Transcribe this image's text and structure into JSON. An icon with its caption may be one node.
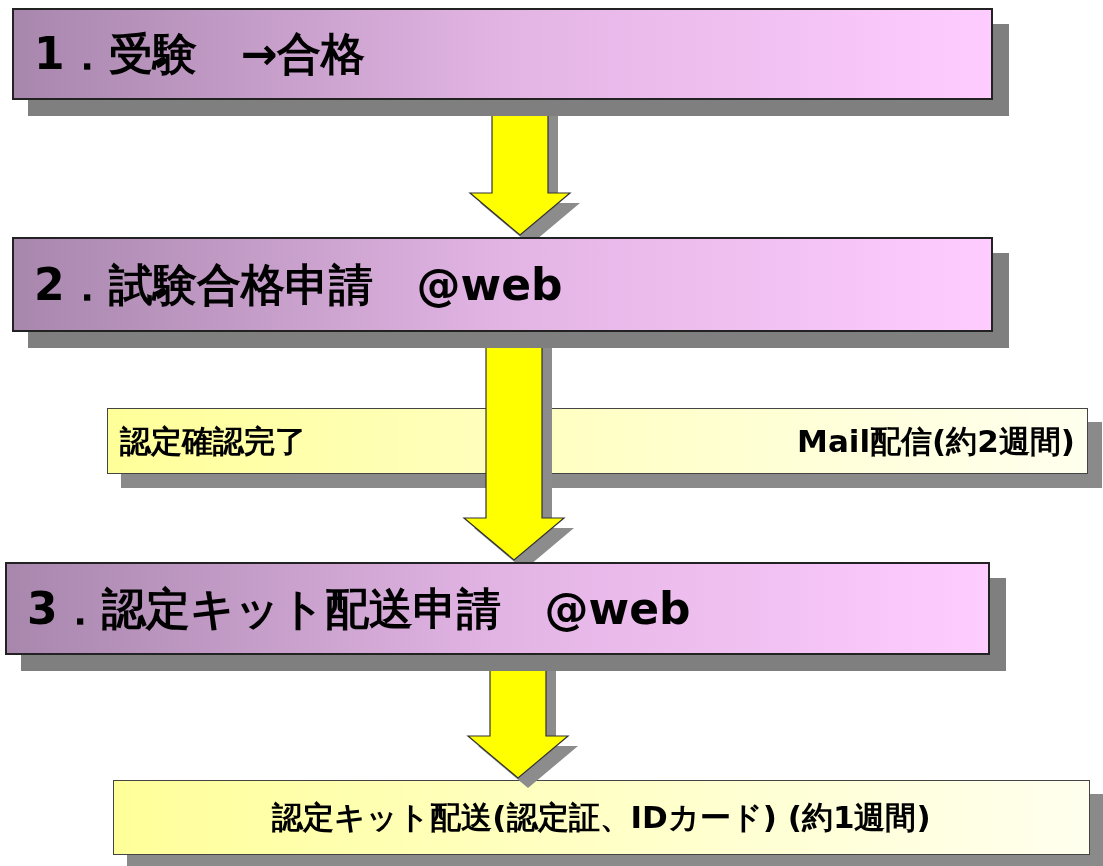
{
  "diagram": {
    "nodes": [
      {
        "text": [
          "1．受験　→合格"
        ]
      },
      {
        "text": [
          "2．試験合格申請　@web"
        ]
      },
      {
        "text": [
          "認定確認完了",
          "Mail配信(約2週間)"
        ]
      },
      {
        "text": [
          "3．認定キット配送申請　@web"
        ]
      },
      {
        "text": [
          "認定キット配送(認定証、IDカード) (約1週間)"
        ]
      }
    ],
    "edges": [
      {
        "from": 0,
        "to": 1,
        "arrow": "to"
      },
      {
        "from": 1,
        "to": 3,
        "arrow": "to"
      },
      {
        "from": 3,
        "to": 4,
        "arrow": "to"
      }
    ]
  }
}
